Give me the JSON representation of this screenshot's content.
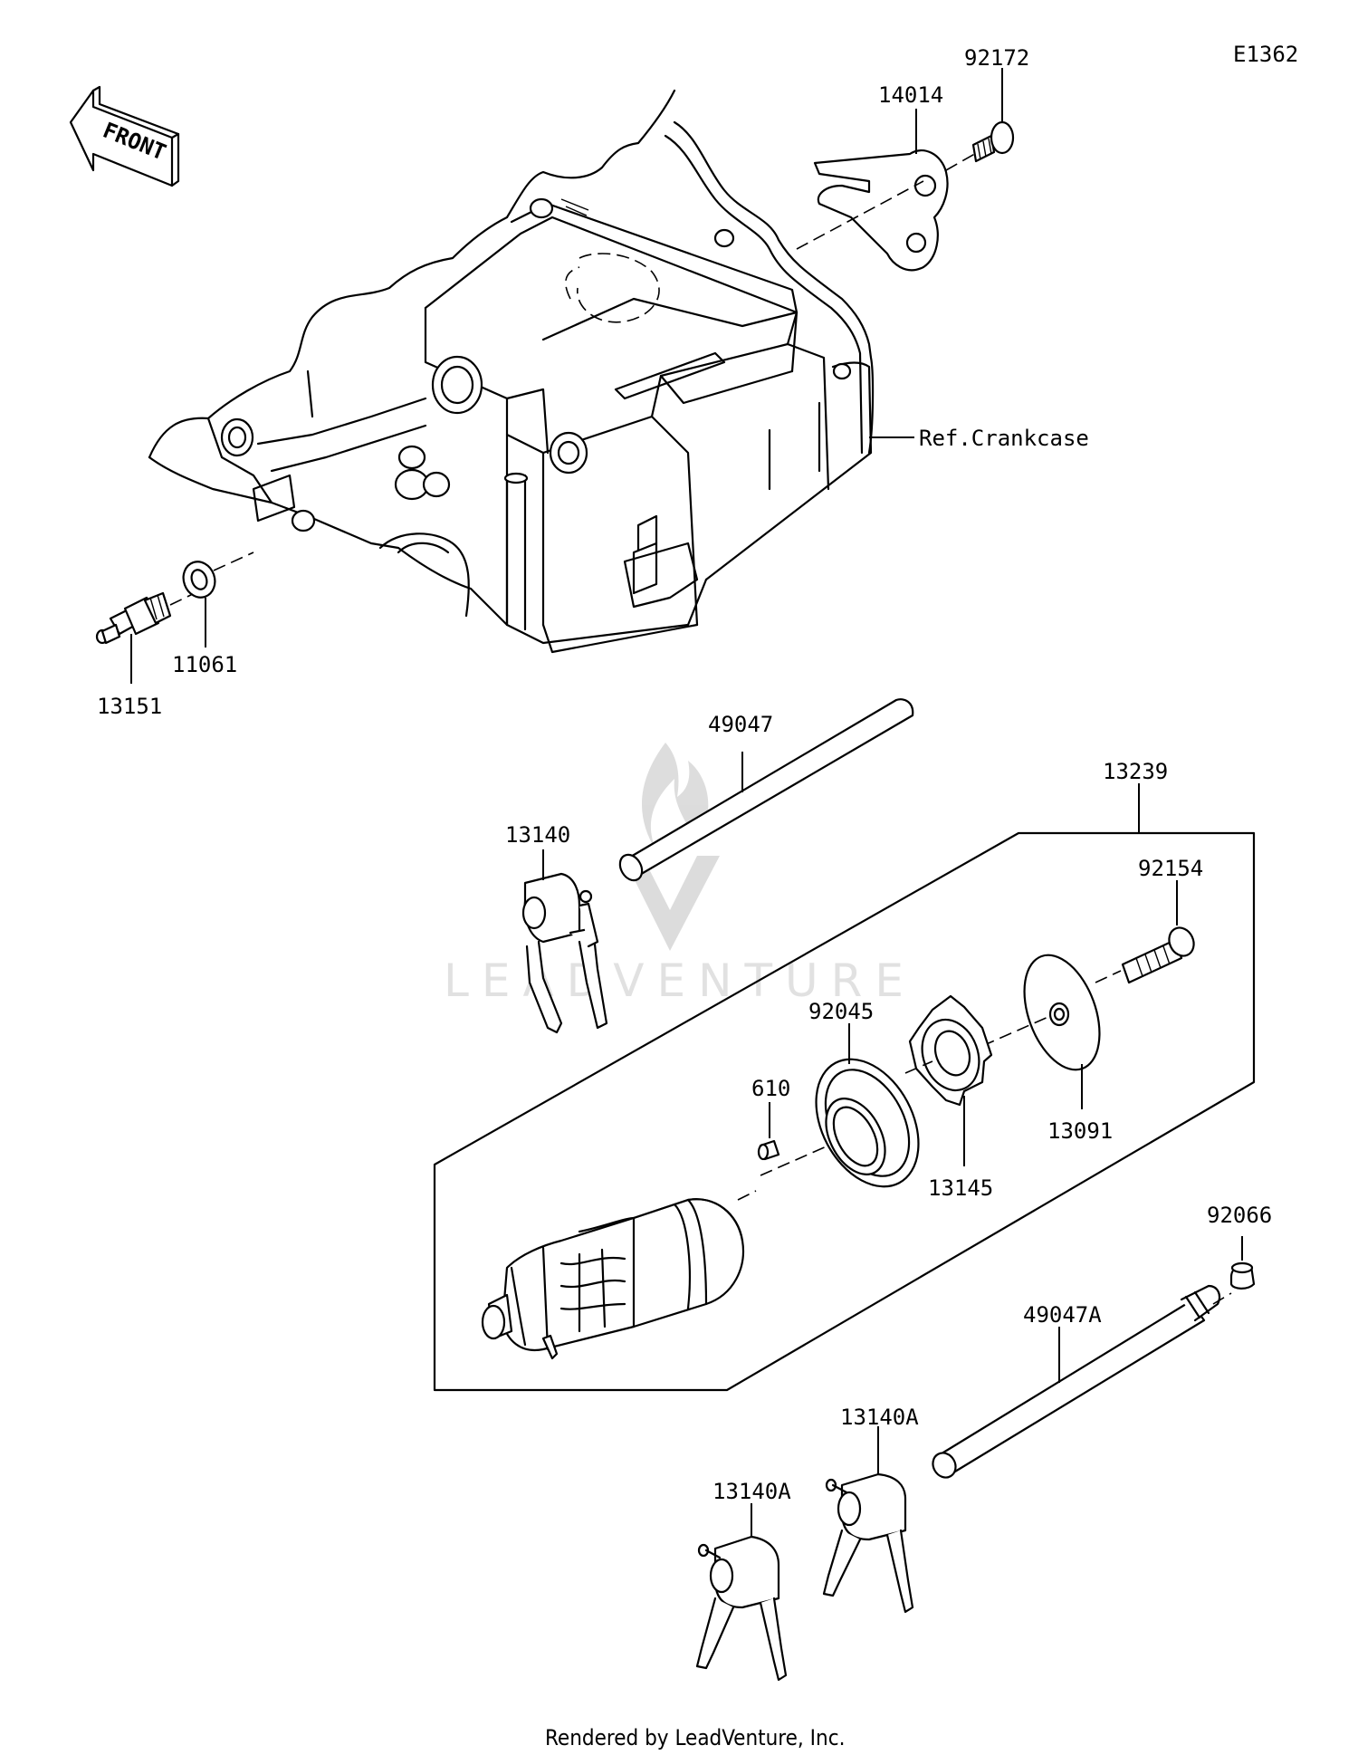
{
  "diagram_code": "E1362",
  "front_label": "FRONT",
  "ref_label": "Ref.Crankcase",
  "watermark": "LEADVENTURE",
  "footer": "Rendered by LeadVenture, Inc.",
  "parts": {
    "p92172": "92172",
    "p14014": "14014",
    "p13151": "13151",
    "p11061": "11061",
    "p49047": "49047",
    "p13239": "13239",
    "p13140": "13140",
    "p92154": "92154",
    "p92045": "92045",
    "p610": "610",
    "p13091": "13091",
    "p13145": "13145",
    "p92066": "92066",
    "p49047A": "49047A",
    "p13140A_upper": "13140A",
    "p13140A_lower": "13140A"
  }
}
